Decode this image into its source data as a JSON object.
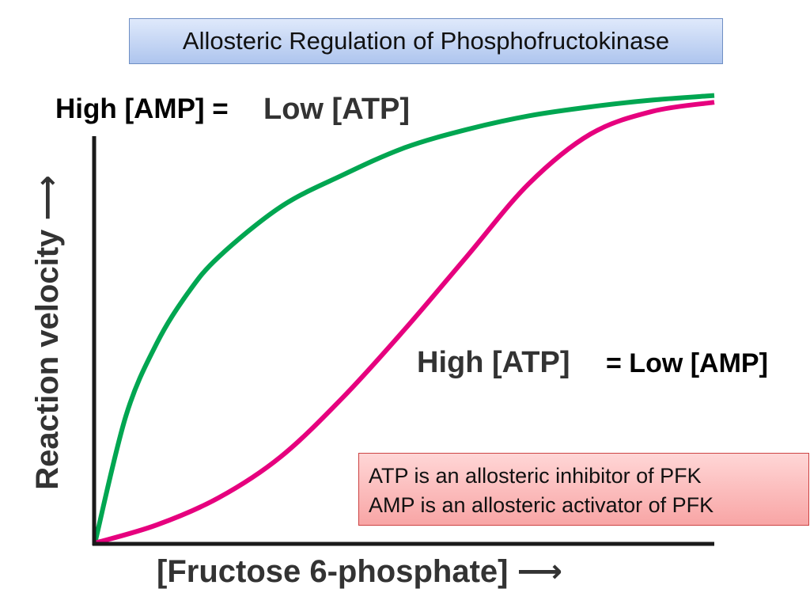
{
  "title": "Allosteric Regulation of Phosphofructokinase",
  "chart_data": {
    "type": "line",
    "xlabel": "[Fructose 6-phosphate] ⟶",
    "ylabel": "Reaction velocity ⟶",
    "xlim": [
      0,
      1
    ],
    "ylim": [
      0,
      1
    ],
    "grid": false,
    "series": [
      {
        "label_prefix": "High [AMP] =",
        "label_name": "Low [ATP]",
        "color": "#00a651",
        "shape": "hyperbolic",
        "x": [
          0,
          0.05,
          0.1,
          0.15,
          0.2,
          0.3,
          0.4,
          0.5,
          0.6,
          0.7,
          0.8,
          0.9,
          1.0
        ],
        "y": [
          0,
          0.28,
          0.44,
          0.55,
          0.63,
          0.74,
          0.81,
          0.87,
          0.91,
          0.94,
          0.96,
          0.975,
          0.985
        ]
      },
      {
        "label_prefix": "High [ATP]",
        "label_name": "= Low [AMP]",
        "color": "#e6007e",
        "shape": "sigmoidal",
        "x": [
          0,
          0.1,
          0.2,
          0.3,
          0.4,
          0.5,
          0.6,
          0.7,
          0.8,
          0.9,
          1.0
        ],
        "y": [
          0,
          0.04,
          0.1,
          0.19,
          0.32,
          0.47,
          0.63,
          0.79,
          0.9,
          0.95,
          0.97
        ]
      }
    ]
  },
  "note": {
    "line1": "ATP is an allosteric inhibitor of PFK",
    "line2": "AMP is an allosteric activator of PFK"
  }
}
